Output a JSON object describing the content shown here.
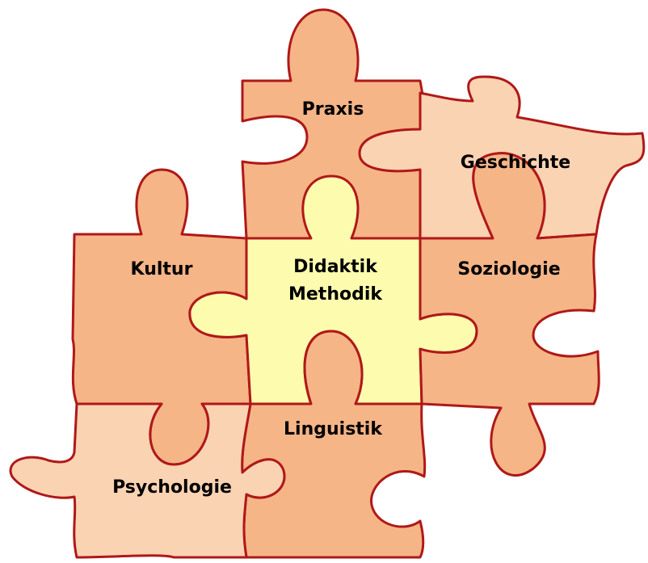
{
  "colors": {
    "outline": "#b01818",
    "peach": "#f5b587",
    "light_peach": "#fad3b3",
    "yellow": "#fdfcae"
  },
  "pieces": {
    "praxis": {
      "label": "Praxis",
      "color": "peach"
    },
    "geschichte": {
      "label": "Geschichte",
      "color": "light_peach"
    },
    "kultur": {
      "label": "Kultur",
      "color": "peach"
    },
    "didaktik": {
      "label_line1": "Didaktik",
      "label_line2": "Methodik",
      "color": "yellow"
    },
    "soziologie": {
      "label": "Soziologie",
      "color": "peach"
    },
    "linguistik": {
      "label": "Linguistik",
      "color": "peach"
    },
    "psychologie": {
      "label": "Psychologie",
      "color": "light_peach"
    }
  }
}
